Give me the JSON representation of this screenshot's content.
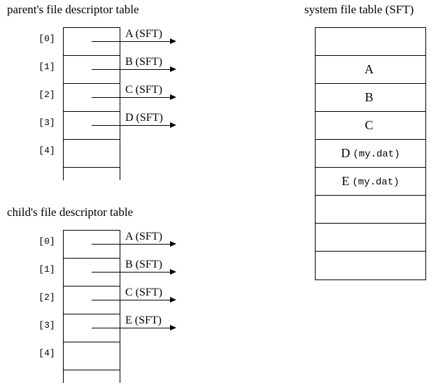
{
  "colors": {
    "ink": "#000000",
    "paper": "#ffffff"
  },
  "parent_table": {
    "title": "parent's file descriptor table",
    "entries": [
      {
        "index": "[0]",
        "pointer": "A (SFT)"
      },
      {
        "index": "[1]",
        "pointer": "B (SFT)"
      },
      {
        "index": "[2]",
        "pointer": "C (SFT)"
      },
      {
        "index": "[3]",
        "pointer": "D (SFT)"
      },
      {
        "index": "[4]",
        "pointer": ""
      }
    ]
  },
  "child_table": {
    "title": "child's file descriptor table",
    "entries": [
      {
        "index": "[0]",
        "pointer": "A (SFT)"
      },
      {
        "index": "[1]",
        "pointer": "B (SFT)"
      },
      {
        "index": "[2]",
        "pointer": "C (SFT)"
      },
      {
        "index": "[3]",
        "pointer": "E (SFT)"
      },
      {
        "index": "[4]",
        "pointer": ""
      }
    ]
  },
  "system_file_table": {
    "title": "system file table (SFT)",
    "rows": [
      {
        "label": "",
        "file": ""
      },
      {
        "label": "A",
        "file": ""
      },
      {
        "label": "B",
        "file": ""
      },
      {
        "label": "C",
        "file": ""
      },
      {
        "label": "D",
        "file": "(my.dat)"
      },
      {
        "label": "E",
        "file": "(my.dat)"
      },
      {
        "label": "",
        "file": ""
      },
      {
        "label": "",
        "file": ""
      },
      {
        "label": "",
        "file": ""
      }
    ]
  }
}
